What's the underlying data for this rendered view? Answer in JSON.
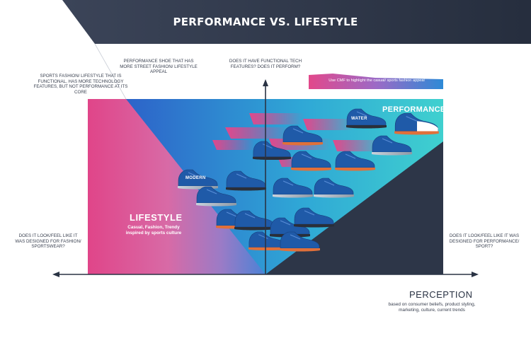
{
  "title": "PERFORMANCE VS. LIFESTYLE",
  "annotations": {
    "top_left": "SPORTS FASHION/ LIFESTYLE THAT IS FUNCTIONAL, HAS MORE TECHNOLOGY FEATURES, BUT NOT PERFORMANCE AT ITS CORE",
    "top_middle": "PERFORMANCE SHOE THAT HAS MORE STREET FASHION/ LIFESTYLE APPEAL",
    "top_axis_question": "DOES IT HAVE FUNCTIONAL TECH FEATURES? DOES IT PERFORM?",
    "left_question": "DOES IT LOOK/FEEL LIKE IT WAS DESIGNED FOR FASHION/ SPORTSWEAR?",
    "right_question": "DOES IT LOOK/FEEL LIKE IT WAS DESIGNED FOR PERFORMANCE/ SPORT?"
  },
  "banner": "Use CMF to highlight the casual/ sports fashion appeal",
  "zones": {
    "performance": "PERFORMANCE",
    "lifestyle": "LIFESTYLE",
    "lifestyle_sub1": "Casual, Fashion, Trendy",
    "lifestyle_sub2": "inspired by sports culture"
  },
  "shoe_tags": {
    "modern": "MODERN",
    "water": "WATER"
  },
  "x_axis": {
    "label": "PERCEPTION",
    "sub": "based on consumer beliefs, product styling, marketing, culture, current trends"
  },
  "colors": {
    "header_dark": "#2d3648",
    "lifestyle_pink": "#e0468a",
    "performance_cyan": "#39c4d3",
    "performance_blue": "#2f6bd0",
    "shoe_blue": "#1f5aa8",
    "axis": "#2a3344"
  }
}
